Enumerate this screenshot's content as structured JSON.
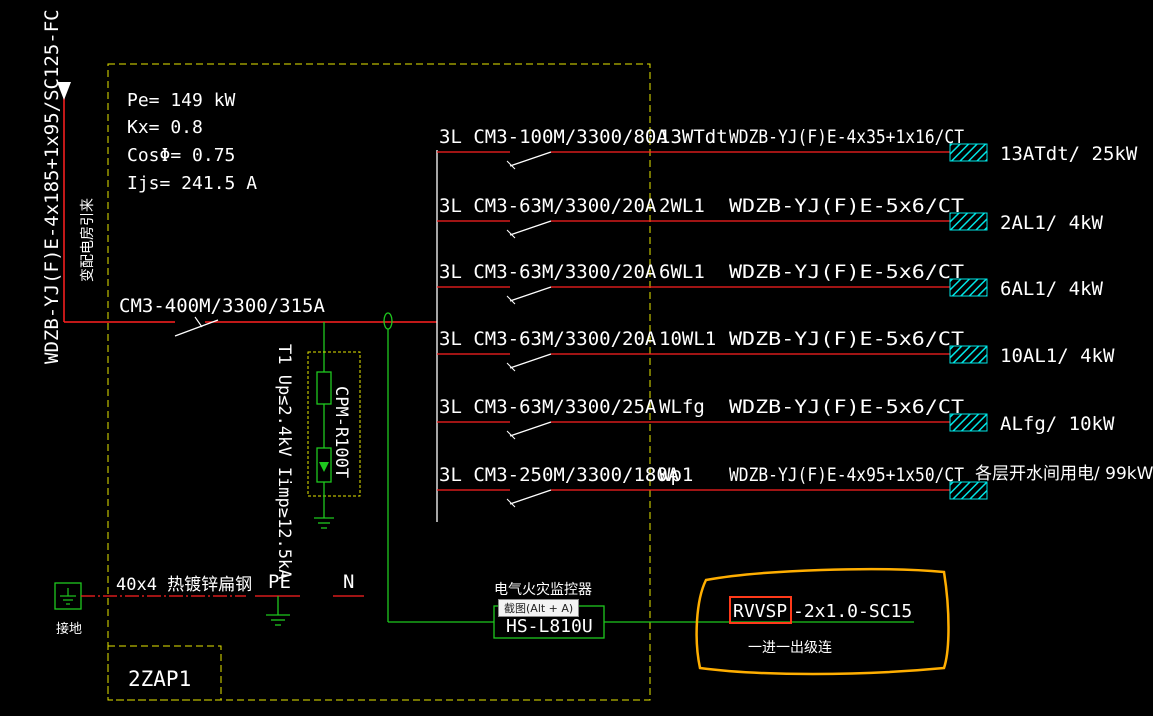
{
  "incoming": {
    "cable_label": "WDZB-YJ(F)E-4x185+1x95/SC125-FC",
    "source_note": "变配电房引来"
  },
  "load_summary": [
    "Pe= 149 kW",
    "Kx= 0.8",
    "CosΦ= 0.75",
    "Ijs= 241.5 A"
  ],
  "main_breaker": "CM3-400M/3300/315A",
  "spd": {
    "rating_label": "T1 Up≤2.4kV Iimp≥12.5kA",
    "model": "CPM-R100T"
  },
  "circuits": [
    {
      "breaker": "3L CM3-100M/3300/80A",
      "id": "13WTdt",
      "cable": "WDZB-YJ(F)E-4x35+1x16/CT",
      "load": "13ATdt/ 25kW"
    },
    {
      "breaker": "3L CM3-63M/3300/20A",
      "id": "2WL1",
      "cable": "WDZB-YJ(F)E-5x6/CT",
      "load": "2AL1/ 4kW"
    },
    {
      "breaker": "3L CM3-63M/3300/20A",
      "id": "6WL1",
      "cable": "WDZB-YJ(F)E-5x6/CT",
      "load": "6AL1/ 4kW"
    },
    {
      "breaker": "3L CM3-63M/3300/20A",
      "id": "10WL1",
      "cable": "WDZB-YJ(F)E-5x6/CT",
      "load": "10AL1/ 4kW"
    },
    {
      "breaker": "3L CM3-63M/3300/25A",
      "id": "WLfg",
      "cable": "WDZB-YJ(F)E-5x6/CT",
      "load": "ALfg/ 10kW"
    },
    {
      "breaker": "3L CM3-250M/3300/180A",
      "id": "Wp1",
      "cable": "WDZB-YJ(F)E-4x95+1x50/CT",
      "load": "各层开水间用电/ 99kW"
    }
  ],
  "grounding": {
    "flat_steel": "40x4 热镀锌扁钢",
    "pe_label": "PE",
    "n_label": "N",
    "earth_label": "接地"
  },
  "monitor": {
    "title": "电气火灾监控器",
    "model": "HS-L810U"
  },
  "signal_cable": {
    "boxed": "RVVSP",
    "rest": "-2x1.0-SC15",
    "note": "一进一出级连"
  },
  "panel_name": "2ZAP1",
  "tooltip": "截图(Alt + A)",
  "colors": {
    "background": "#000000",
    "feeder_line": "#ff2020",
    "green_line": "#1ec81e",
    "yellow_dash": "#e6e600",
    "cyan_load": "#00e5e5",
    "orange_highlight": "#ffae00",
    "red_box": "#ff3a1a"
  }
}
